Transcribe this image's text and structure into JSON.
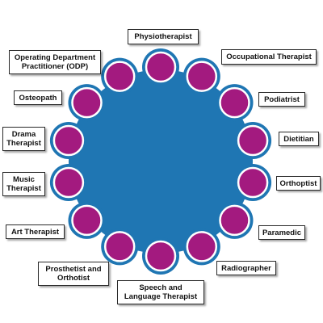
{
  "colors": {
    "center": "#1f76b3",
    "node": "#a31a7f",
    "node_stroke": "#ffffff",
    "label_border": "#2a2a2a"
  },
  "roles": [
    {
      "id": "physiotherapist",
      "lines": [
        "Physiotherapist"
      ]
    },
    {
      "id": "occupational-therapist",
      "lines": [
        "Occupational Therapist"
      ]
    },
    {
      "id": "podiatrist",
      "lines": [
        "Podiatrist"
      ]
    },
    {
      "id": "dietitian",
      "lines": [
        "Dietitian"
      ]
    },
    {
      "id": "orthoptist",
      "lines": [
        "Orthoptist"
      ]
    },
    {
      "id": "paramedic",
      "lines": [
        "Paramedic"
      ]
    },
    {
      "id": "radiographer",
      "lines": [
        "Radiographer"
      ]
    },
    {
      "id": "speech-and-language-therapist",
      "lines": [
        "Speech and",
        "Language Therapist"
      ]
    },
    {
      "id": "prosthetist-and-orthotist",
      "lines": [
        "Prosthetist and",
        "Orthotist"
      ]
    },
    {
      "id": "art-therapist",
      "lines": [
        "Art Therapist"
      ]
    },
    {
      "id": "music-therapist",
      "lines": [
        "Music",
        "Therapist"
      ]
    },
    {
      "id": "drama-therapist",
      "lines": [
        "Drama",
        "Therapist"
      ]
    },
    {
      "id": "osteopath",
      "lines": [
        "Osteopath"
      ]
    },
    {
      "id": "operating-department-practitioner",
      "lines": [
        "Operating Department",
        "Practitioner (ODP)"
      ]
    }
  ],
  "watermark": ""
}
